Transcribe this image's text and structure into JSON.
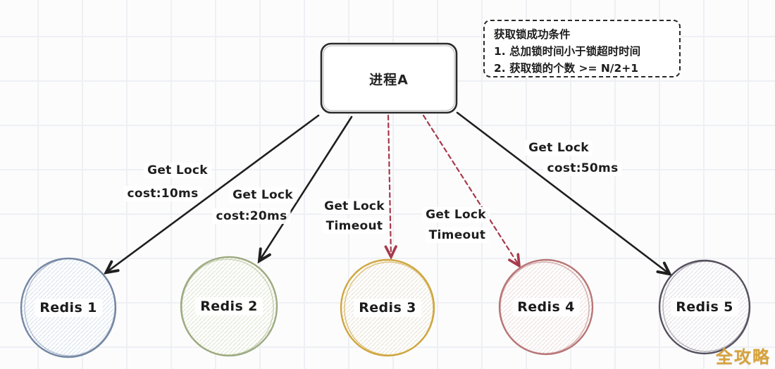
{
  "diagram": {
    "process_box": {
      "label": "进程A"
    },
    "note_box": {
      "title": "获取锁成功条件",
      "conditions": [
        "1. 总加锁时间小于锁超时时间",
        "2. 获取锁的个数 >= N/2+1"
      ]
    },
    "nodes": [
      {
        "id": "redis-1",
        "label": "Redis 1",
        "color": "#7487a3"
      },
      {
        "id": "redis-2",
        "label": "Redis 2",
        "color": "#9dab80"
      },
      {
        "id": "redis-3",
        "label": "Redis 3",
        "color": "#d0a63e"
      },
      {
        "id": "redis-4",
        "label": "Redis 4",
        "color": "#b87676"
      },
      {
        "id": "redis-5",
        "label": "Redis 5",
        "color": "#56505f"
      }
    ],
    "edges": [
      {
        "from": "进程A",
        "to": "Redis 1",
        "line1": "Get Lock",
        "line2": "cost:10ms",
        "style": "solid"
      },
      {
        "from": "进程A",
        "to": "Redis 2",
        "line1": "Get Lock",
        "line2": "cost:20ms",
        "style": "solid"
      },
      {
        "from": "进程A",
        "to": "Redis 3",
        "line1": "Get Lock",
        "line2": "Timeout",
        "style": "dashed"
      },
      {
        "from": "进程A",
        "to": "Redis 4",
        "line1": "Get Lock",
        "line2": "Timeout",
        "style": "dashed"
      },
      {
        "from": "进程A",
        "to": "Redis 5",
        "line1": "Get Lock",
        "line2": "cost:50ms",
        "style": "solid"
      }
    ],
    "colors": {
      "solid_edge": "#1f1f1f",
      "timeout_edge": "#a63a4b",
      "watermark": "#d7a23b"
    },
    "watermark": "全攻略"
  }
}
